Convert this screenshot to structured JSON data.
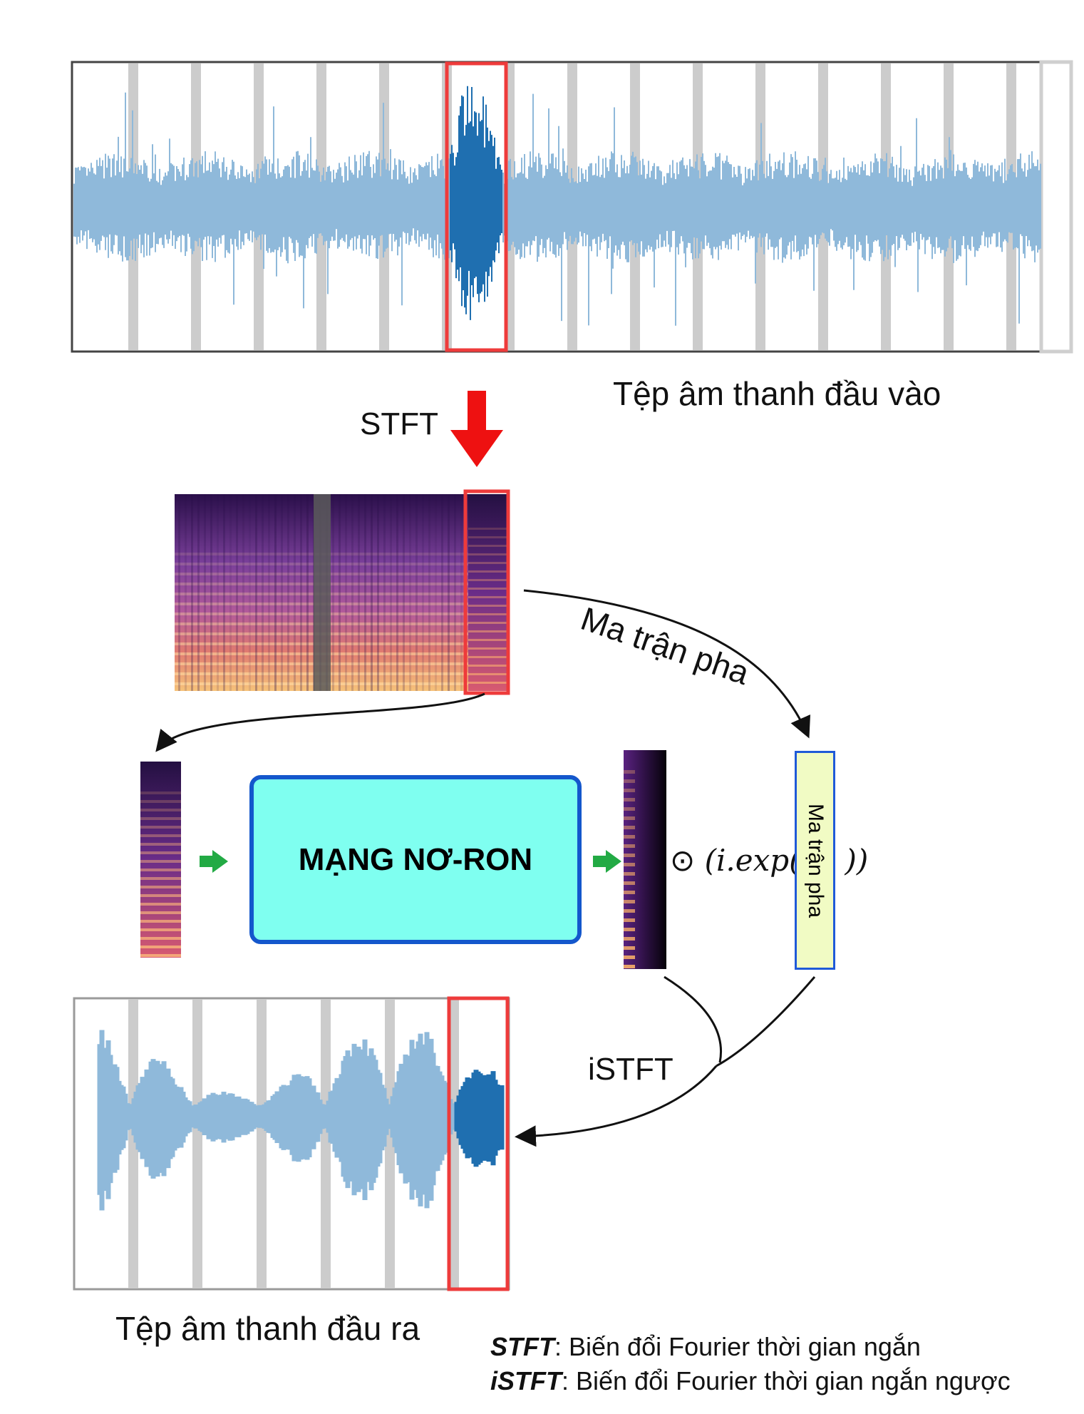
{
  "labels": {
    "input_audio": "Tệp âm thanh đầu vào",
    "output_audio": "Tệp âm thanh đầu ra",
    "stft_arrow": "STFT",
    "istft_arrow": "iSTFT",
    "phase_matrix_curve": "Ma trận pha",
    "phase_matrix_box": "Ma trận pha",
    "neural_network": "MẠNG NƠ-RON",
    "formula_operator": "⊙",
    "formula_prefix": "(i.exp(",
    "formula_suffix": "))"
  },
  "legend": [
    {
      "term": "STFT",
      "definition": ": Biến đổi Fourier thời gian ngắn"
    },
    {
      "term": "iSTFT",
      "definition": ": Biến đổi Fourier thời gian ngắn ngược"
    }
  ],
  "colors": {
    "waveform": "#8fb9da",
    "waveform_highlight": "#1f6fb0",
    "frame_highlight": "#ee3b3b",
    "stft_arrow": "#ee1111",
    "step_arrow": "#22aa44",
    "nn_fill": "#7ffff0",
    "nn_border": "#1457cc",
    "phase_fill": "#f1fbc4",
    "phase_border": "#1f5ad8"
  }
}
